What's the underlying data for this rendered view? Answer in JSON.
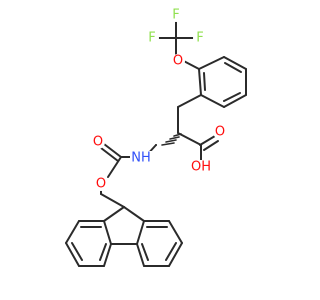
{
  "structure": {
    "colors": {
      "bond": "#2b2b2b",
      "oxygen": "#ff0d0d",
      "nitrogen": "#3050f8",
      "fluorine": "#90e050"
    },
    "labels": {
      "f_left": "F",
      "f_top": "F",
      "f_right": "F",
      "o_ether": "O",
      "o_carbonyl_acid": "O",
      "oh_acid": "OH",
      "nh_carbamate": "NH",
      "o_carbonyl_carbamate": "O",
      "o_ester_carbamate": "O"
    }
  }
}
